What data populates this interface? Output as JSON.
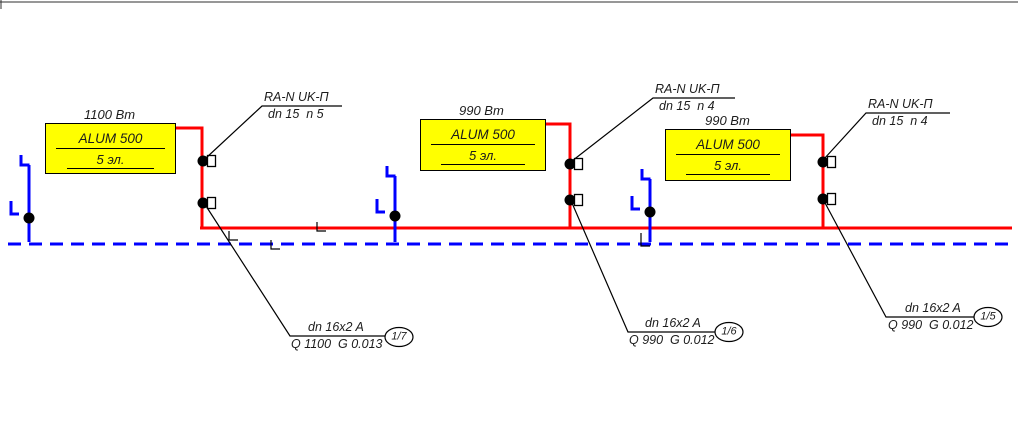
{
  "colors": {
    "supply": "#ff0000",
    "return": "#0000ff",
    "radiator": "#ffff00",
    "line": "#000000"
  },
  "radiators": [
    {
      "power": "1100 Вт",
      "model": "ALUM 500",
      "sections": "5 эл."
    },
    {
      "power": "990 Вт",
      "model": "ALUM 500",
      "sections": "5 эл."
    },
    {
      "power": "990 Вт",
      "model": "ALUM 500",
      "sections": "5 эл."
    }
  ],
  "valve_labels": [
    {
      "line1": "RA-N UK-П",
      "line2": "dn 15  n 5"
    },
    {
      "line1": "RA-N UK-П",
      "line2": "dn 15  n 4"
    },
    {
      "line1": "RA-N UK-П",
      "line2": "dn 15  n 4"
    }
  ],
  "pipe_labels": [
    {
      "line1": "dn 16x2 A",
      "line2": "Q 1100  G 0.013",
      "tag": "1/7"
    },
    {
      "line1": "dn 16x2 A",
      "line2": "Q 990  G 0.012",
      "tag": "1/6"
    },
    {
      "line1": "dn 16x2 A",
      "line2": "Q 990  G 0.012",
      "tag": "1/5"
    }
  ]
}
